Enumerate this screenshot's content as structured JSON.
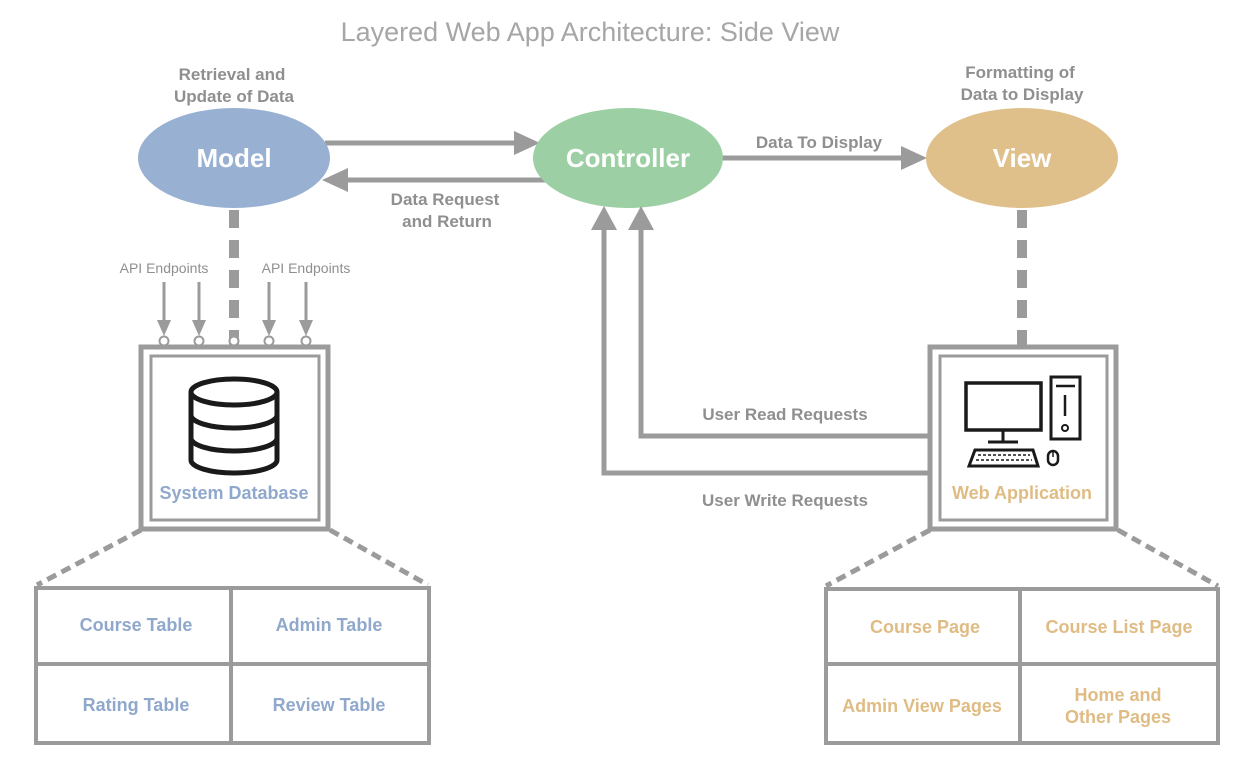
{
  "title": "Layered Web App Architecture: Side View",
  "colors": {
    "model": "#98b0d2",
    "controller": "#9dcfa4",
    "view": "#e0c08a",
    "lines": "#9b9b9b",
    "model_text": "#8fa8cc",
    "view_text": "#e0bc85"
  },
  "nodes": {
    "model": {
      "label": "Model",
      "caption_line1": "Retrieval and",
      "caption_line2": "Update of Data"
    },
    "controller": {
      "label": "Controller"
    },
    "view": {
      "label": "View",
      "caption_line1": "Formatting of",
      "caption_line2": "Data to Display"
    }
  },
  "edges": {
    "data_to_display": "Data To Display",
    "data_request_line1": "Data Request",
    "data_request_line2": "and Return",
    "user_read": "User Read Requests",
    "user_write": "User Write Requests"
  },
  "api": {
    "left": "API Endpoints",
    "right": "API Endpoints"
  },
  "database": {
    "label": "System Database",
    "icon": "database-icon",
    "tables": [
      "Course Table",
      "Admin Table",
      "Rating Table",
      "Review Table"
    ]
  },
  "webapp": {
    "label": "Web Application",
    "icon": "desktop-computer-icon",
    "pages": [
      "Course Page",
      "Course List Page",
      "Admin View Pages",
      "Home and",
      "Other Pages"
    ]
  }
}
